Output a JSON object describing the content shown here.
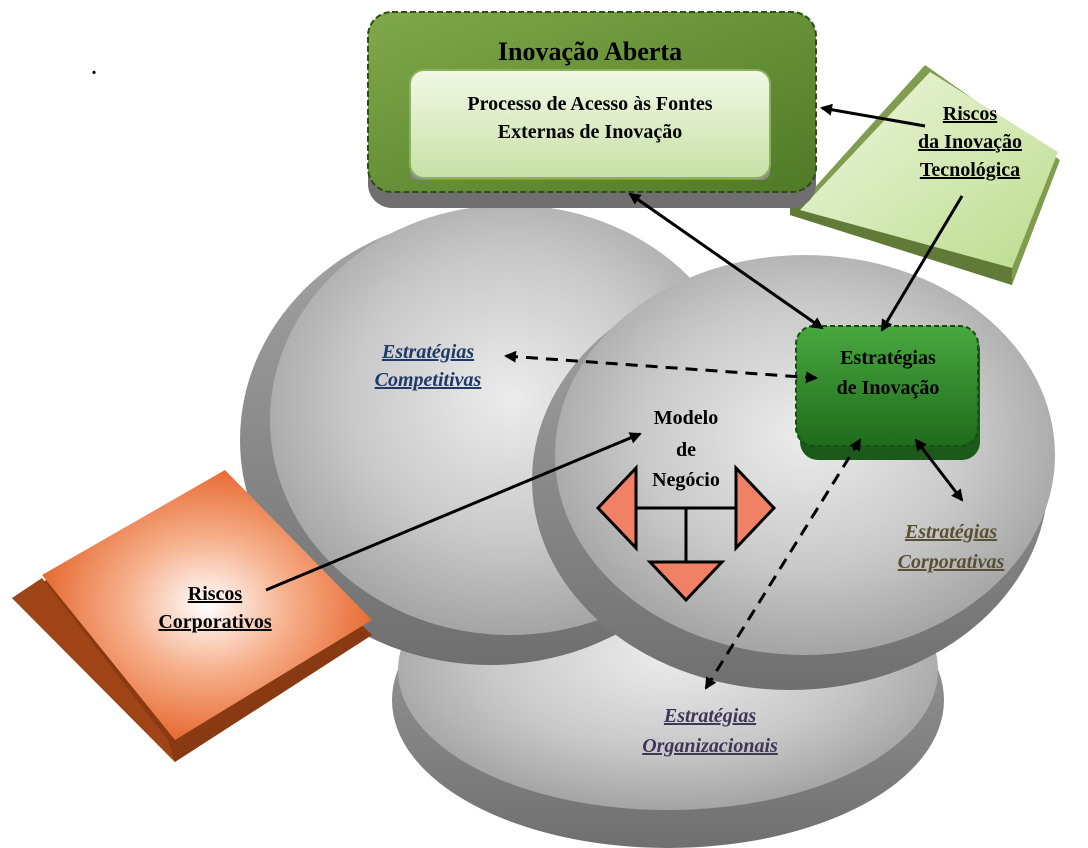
{
  "dot": ".",
  "open_innovation": {
    "title": "Inovação Aberta",
    "process_line1": "Processo de Acesso às Fontes",
    "process_line2": "Externas de Inovação"
  },
  "tech_risk": {
    "line1": "Riscos",
    "line2": "da Inovação",
    "line3": "Tecnológica"
  },
  "innovation_strategies": {
    "line1": "Estratégias",
    "line2": "de Inovação"
  },
  "competitive": {
    "line1": "Estratégias",
    "line2": "Competitivas"
  },
  "business_model": {
    "line1": "Modelo",
    "line2": "de",
    "line3": "Negócio"
  },
  "corporate_strategies": {
    "line1": "Estratégias",
    "line2": "Corporativas"
  },
  "organizational": {
    "line1": "Estratégias",
    "line2": "Organizacionais"
  },
  "corporate_risk": {
    "line1": "Riscos",
    "line2": "Corporativos"
  },
  "colors": {
    "green_dark": "#5e8a2e",
    "green_light": "#d8ecc0",
    "green_box": "#2f8a2a",
    "tech_risk_face": "#c9e3a4",
    "orange": "#e8672d",
    "orange_dark": "#a3451a",
    "disc_gray": "#b5b5b5"
  }
}
